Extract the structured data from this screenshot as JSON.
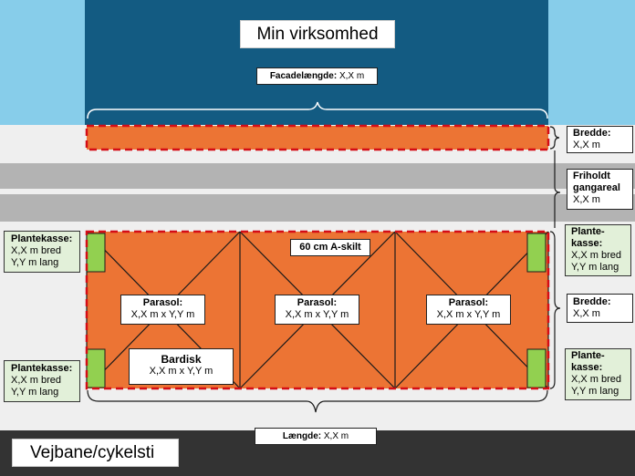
{
  "building": {
    "title": "Min virksomhed"
  },
  "facade": {
    "label": "Facadelængde:",
    "value": "X,X m"
  },
  "width_top": {
    "label": "Bredde:",
    "value": "X,X m"
  },
  "walkway": {
    "label_line1": "Friholdt",
    "label_line2": "gangareal",
    "value": "X,X m"
  },
  "width_right": {
    "label": "Bredde:",
    "value": "X,X m"
  },
  "planter_left_top": {
    "label": "Plantekasse:",
    "line1": "X,X m bred",
    "line2": "Y,Y m lang"
  },
  "planter_left_bottom": {
    "label": "Plantekasse:",
    "line1": "X,X m bred",
    "line2": "Y,Y m lang"
  },
  "planter_right_top": {
    "label_line1": "Plante-",
    "label_line2": "kasse:",
    "line1": "X,X m bred",
    "line2": "Y,Y m lang"
  },
  "planter_right_bottom": {
    "label_line1": "Plante-",
    "label_line2": "kasse:",
    "line1": "X,X m bred",
    "line2": "Y,Y m lang"
  },
  "sign": {
    "label": "60 cm A-skilt"
  },
  "parasols": [
    {
      "label": "Parasol:",
      "size": "X,X m x Y,Y m"
    },
    {
      "label": "Parasol:",
      "size": "X,X m x Y,Y m"
    },
    {
      "label": "Parasol:",
      "size": "X,X m x Y,Y m"
    }
  ],
  "bar": {
    "label": "Bardisk",
    "size": "X,X m x Y,Y m"
  },
  "length": {
    "label": "Længde:",
    "value": "X,X m"
  },
  "road": {
    "label": "Vejbane/cykelsti"
  },
  "colors": {
    "sky": "#87cdea",
    "building": "#135b82",
    "sidewalk": "#efefef",
    "path": "#b3b3b3",
    "road": "#333333",
    "orange": "#ec7434",
    "dash": "#d40d16",
    "planter": "#92d050"
  }
}
